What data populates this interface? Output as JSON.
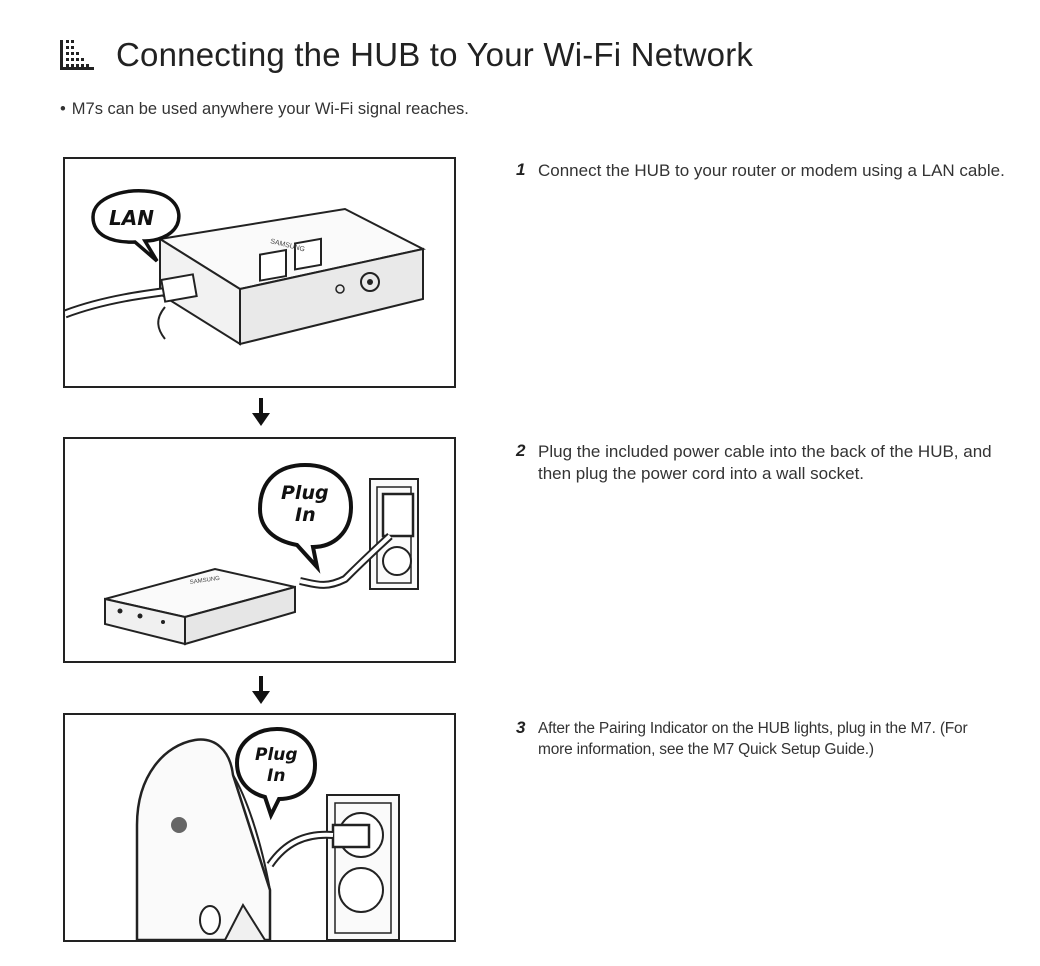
{
  "header": {
    "title": "Connecting the HUB to Your Wi-Fi Network",
    "icon": "bar-grid-icon"
  },
  "intro": {
    "bullet": "•",
    "text": "M7s can be used anywhere your Wi-Fi signal reaches."
  },
  "figures": [
    {
      "bubble": "LAN",
      "brand": "SAMSUNG"
    },
    {
      "bubble_line1": "Plug",
      "bubble_line2": "In",
      "brand": "SAMSUNG"
    },
    {
      "bubble_line1": "Plug",
      "bubble_line2": "In"
    }
  ],
  "steps": [
    {
      "number": "1",
      "text": "Connect the HUB to your router or modem using a LAN cable."
    },
    {
      "number": "2",
      "text": "Plug the included power cable into the back of the HUB, and then plug the power cord into a wall socket."
    },
    {
      "number": "3",
      "text": "After the Pairing Indicator on the HUB lights, plug in the M7. (For more information, see the M7 Quick Setup Guide.)"
    }
  ]
}
